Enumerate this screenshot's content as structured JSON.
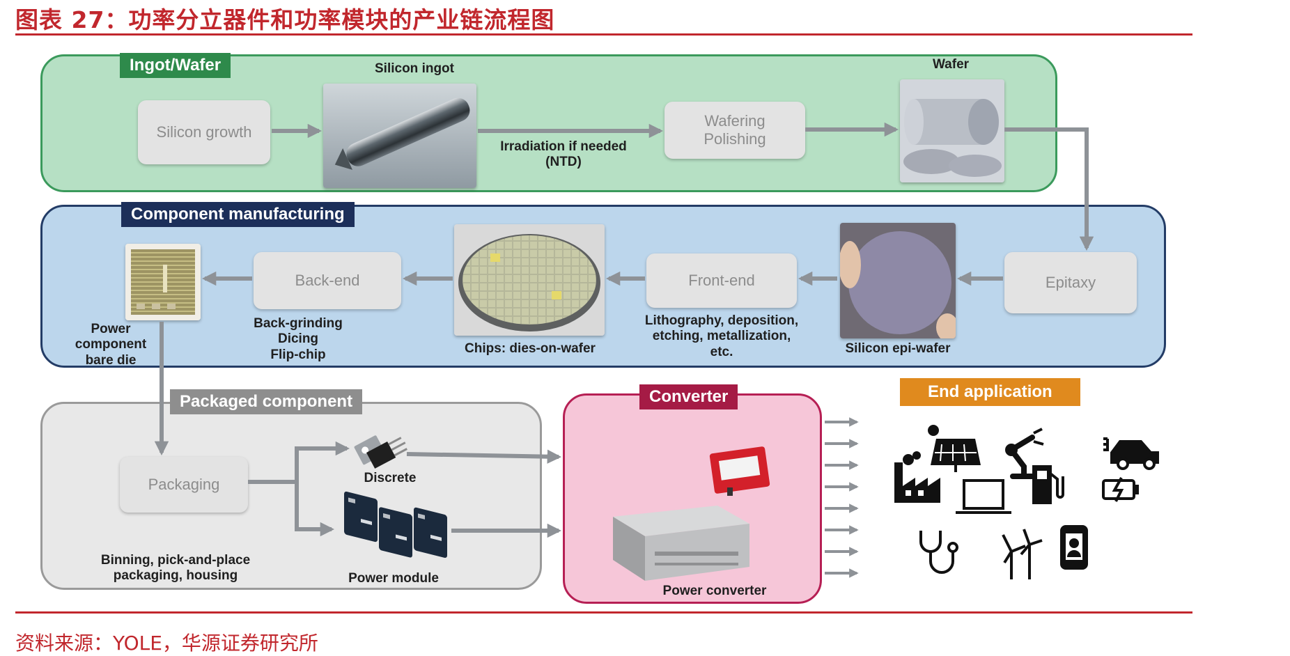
{
  "title": "图表 27：功率分立器件和功率模块的产业链流程图",
  "source": "资料来源：YOLE，华源证券研究所",
  "colors": {
    "red": "#c1272d",
    "green_tag": "#2e8a4b",
    "navy_tag": "#1c2f5a",
    "gray_tag": "#8e8e8e",
    "maroon_tag": "#a51b45",
    "orange_tag": "#e08a1e",
    "arrow": "#8e9297"
  },
  "sections": {
    "ingot": {
      "tag": "Ingot/Wafer",
      "steps": {
        "silicon_growth": "Silicon growth",
        "wafering": "Wafering\nPolishing"
      },
      "labels": {
        "silicon_ingot": "Silicon ingot",
        "wafer": "Wafer",
        "irradiation": "Irradiation if needed\n(NTD)"
      }
    },
    "component": {
      "tag": "Component manufacturing",
      "steps": {
        "epitaxy": "Epitaxy",
        "front_end": "Front-end",
        "back_end": "Back-end"
      },
      "labels": {
        "epi_wafer": "Silicon epi-wafer",
        "front_end_detail": "Lithography, deposition,\netching, metallization,\netc.",
        "chips": "Chips: dies-on-wafer",
        "back_end_detail": "Back-grinding\nDicing\nFlip-chip",
        "bare_die": "Power\ncomponent\nbare die"
      }
    },
    "packaged": {
      "tag": "Packaged component",
      "steps": {
        "packaging": "Packaging"
      },
      "labels": {
        "discrete": "Discrete",
        "power_module": "Power module",
        "binning": "Binning, pick-and-place\npackaging, housing"
      }
    },
    "converter": {
      "tag": "Converter",
      "labels": {
        "power_converter": "Power converter"
      }
    },
    "end_application": {
      "tag": "End application",
      "icons": [
        "solar-panel-icon",
        "robot-arm-icon",
        "electric-car-icon",
        "factory-icon",
        "laptop-icon",
        "fuel-pump-icon",
        "battery-charging-icon",
        "stethoscope-icon",
        "wind-turbine-icon",
        "smartphone-icon"
      ]
    }
  }
}
